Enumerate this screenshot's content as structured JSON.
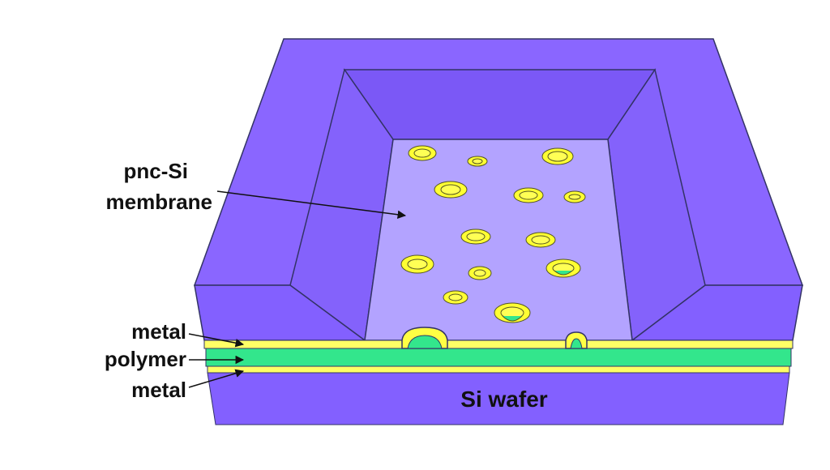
{
  "labels": {
    "membrane_line1": "pnc-Si",
    "membrane_line2": "membrane",
    "metal_top": "metal",
    "polymer": "polymer",
    "metal_bottom": "metal",
    "wafer": "Si wafer"
  },
  "colors": {
    "wafer": "#8360ff",
    "wafer_dark": "#7350f0",
    "membrane": "#b3a3ff",
    "pore_outer": "#ffff33",
    "pore_inner": "#e8e820",
    "polymer": "#33e68c",
    "metal": "#ffff66",
    "outline": "#333366",
    "text": "#111111"
  }
}
